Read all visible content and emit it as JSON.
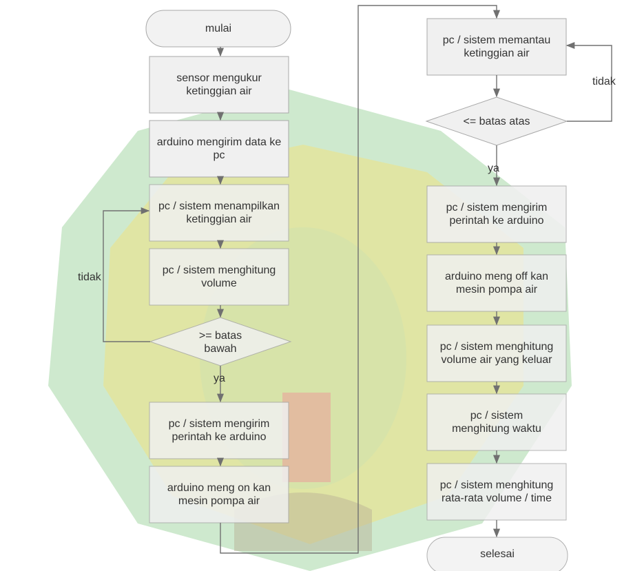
{
  "flowchart": {
    "left": {
      "start": "mulai",
      "step1": "sensor mengukur ketinggian air",
      "step2": "arduino mengirim data ke pc",
      "step3": "pc / sistem menampilkan ketinggian air",
      "step4": "pc / sistem menghitung volume",
      "decision": ">= batas bawah",
      "yes": "ya",
      "no": "tidak",
      "step5": "pc / sistem mengirim perintah ke arduino",
      "step6": "arduino meng on kan mesin pompa air"
    },
    "right": {
      "step1": "pc / sistem memantau ketinggian air",
      "decision": "<= batas atas",
      "no": "tidak",
      "yes": "ya",
      "step2": "pc / sistem mengirim perintah ke arduino",
      "step3": "arduino meng off kan mesin pompa air",
      "step4": "pc / sistem menghitung volume air yang keluar",
      "step5": "pc / sistem menghitung waktu",
      "step6": "pc / sistem menghitung rata-rata volume / time",
      "end": "selesai"
    }
  },
  "colors": {
    "box_fill": "#f0f0f0",
    "box_border": "#a8a8a8",
    "arrow": "#707070",
    "watermark_green": "#4caf50",
    "watermark_yellow": "#f2c900"
  }
}
